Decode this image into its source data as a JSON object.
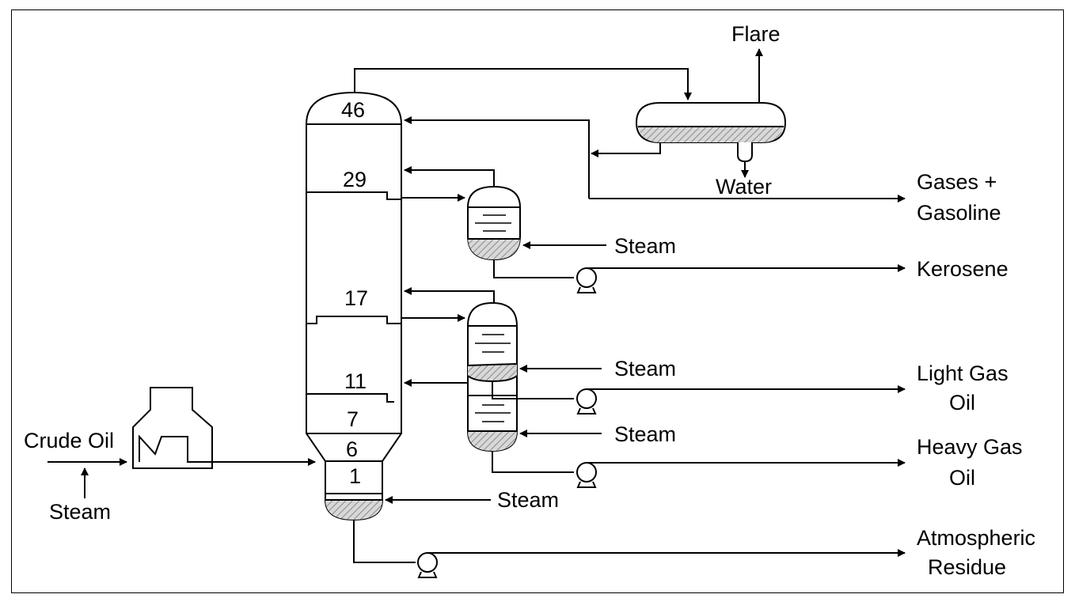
{
  "diagram": {
    "trays": {
      "t46": "46",
      "t29": "29",
      "t17": "17",
      "t11": "11",
      "t7": "7",
      "t6": "6",
      "t1": "1"
    },
    "labels": {
      "flare": "Flare",
      "water": "Water",
      "gases_line1": "Gases +",
      "gases_line2": "Gasoline",
      "kerosene": "Kerosene",
      "lgo_line1": "Light Gas",
      "lgo_line2": "Oil",
      "hgo_line1": "Heavy Gas",
      "hgo_line2": "Oil",
      "ar_line1": "Atmospheric",
      "ar_line2": "Residue",
      "crude_oil": "Crude Oil",
      "steam_feed": "Steam",
      "steam_column": "Steam",
      "steam_kerosene": "Steam",
      "steam_lgo": "Steam",
      "steam_hgo": "Steam"
    },
    "colors": {
      "line": "#000000",
      "liquid_hatch": "#9a9a9a",
      "background": "#ffffff"
    }
  }
}
